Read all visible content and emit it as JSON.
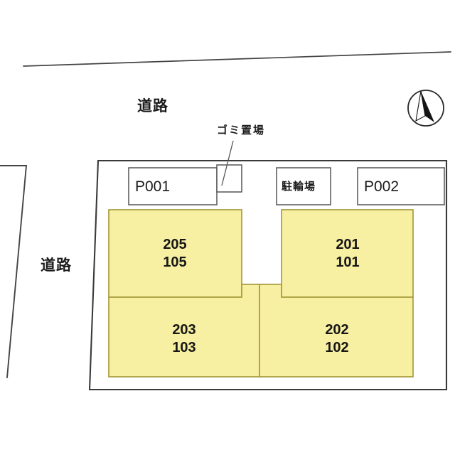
{
  "diagram": {
    "title": "apartment-site-plan",
    "colors": {
      "unit_fill": "#f7efa1",
      "unit_stroke": "#a99c3f",
      "line": "#3a3a3a",
      "box_stroke": "#555555",
      "text": "#161616",
      "background": "#ffffff"
    }
  },
  "roads": {
    "north_label": "道路",
    "west_label": "道路"
  },
  "facilities": {
    "parking_1": "P001",
    "parking_2": "P002",
    "bicycle_parking": "駐輪場",
    "garbage_area": "ゴミ置場"
  },
  "units": [
    {
      "id": "unit-205-105",
      "upper": "205",
      "lower": "105"
    },
    {
      "id": "unit-201-101",
      "upper": "201",
      "lower": "101"
    },
    {
      "id": "unit-203-103",
      "upper": "203",
      "lower": "103"
    },
    {
      "id": "unit-202-102",
      "upper": "202",
      "lower": "102"
    }
  ],
  "compass": {
    "name": "north-arrow",
    "direction": "north"
  }
}
